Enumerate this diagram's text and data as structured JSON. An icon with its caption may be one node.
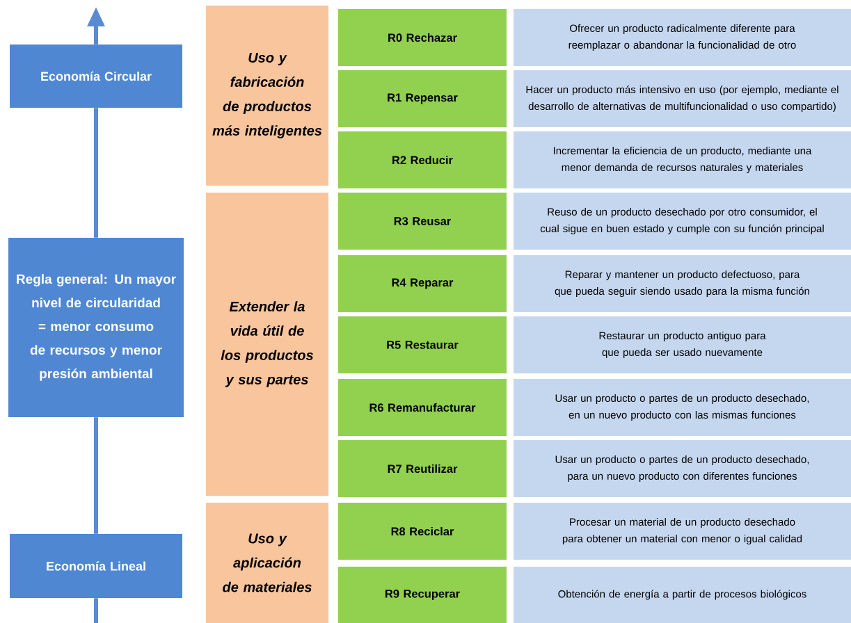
{
  "diagram": {
    "nodes": [
      {
        "text": [
          "Economía Circular"
        ]
      },
      {
        "text": [
          "Regla general: Un mayor nivel de circularidad = menor consumo de recursos y menor presión ambiental"
        ]
      },
      {
        "text": [
          "Economía Lineal"
        ]
      },
      {
        "text": [
          "Uso y fabricación de productos más inteligentes"
        ]
      },
      {
        "text": [
          "Extender la vida útil de los productos y sus partes"
        ]
      },
      {
        "text": [
          "Uso y aplicación de materiales"
        ]
      },
      {
        "text": [
          "R0 Rechazar"
        ]
      },
      {
        "text": [
          "Ofrecer un producto radicalmente diferente para reemplazar o abandonar la funcionalidad de otro"
        ]
      },
      {
        "text": [
          "R1 Repensar"
        ]
      },
      {
        "text": [
          "Hacer un producto más intensivo en uso (por ejemplo, mediante el desarrollo de alternativas de multifuncionalidad o uso compartido)"
        ]
      },
      {
        "text": [
          "R2 Reducir"
        ]
      },
      {
        "text": [
          "Incrementar la eficiencia de un producto, mediante una menor demanda de recursos naturales y materiales"
        ]
      },
      {
        "text": [
          "R3 Reusar"
        ]
      },
      {
        "text": [
          "Reuso de un producto desechado por otro consumidor, el cual sigue en buen estado y cumple con su función principal"
        ]
      },
      {
        "text": [
          "R4 Reparar"
        ]
      },
      {
        "text": [
          "Reparar y mantener un producto defectuoso, para que pueda seguir siendo usado para la misma función"
        ]
      },
      {
        "text": [
          "R5 Restaurar"
        ]
      },
      {
        "text": [
          "Restaurar un producto antiguo para que pueda ser usado nuevamente"
        ]
      },
      {
        "text": [
          "R6 Remanufacturar"
        ]
      },
      {
        "text": [
          "Usar un producto o partes de un producto desechado, en un nuevo producto con las mismas funciones"
        ]
      },
      {
        "text": [
          "R7 Reutilizar"
        ]
      },
      {
        "text": [
          "Usar un producto o partes de un producto desechado, para un nuevo producto con diferentes funciones"
        ]
      },
      {
        "text": [
          "R8 Reciclar"
        ]
      },
      {
        "text": [
          "Procesar un material de un producto desechado para obtener un material con menor o igual calidad"
        ]
      },
      {
        "text": [
          "R9 Recuperar"
        ]
      },
      {
        "text": [
          "Obtención de energía a partir de procesos biológicos"
        ]
      }
    ],
    "edges": [
      {
        "from": null,
        "to": 2,
        "arrow": "none"
      },
      {
        "from": 2,
        "to": 1,
        "arrow": "none"
      },
      {
        "from": 1,
        "to": 0,
        "arrow": "none"
      },
      {
        "from": 0,
        "to": null,
        "arrow": "to"
      }
    ]
  }
}
